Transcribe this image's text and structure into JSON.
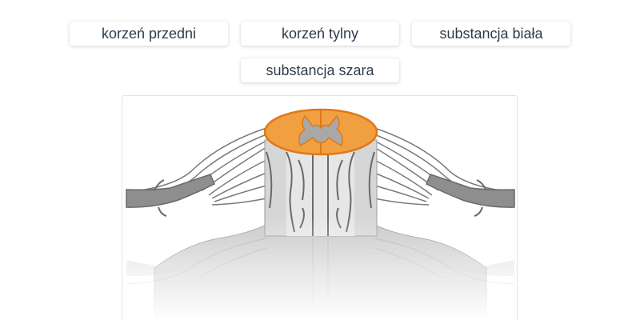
{
  "labels": [
    {
      "id": "btn1",
      "text": "korzeń przedni"
    },
    {
      "id": "btn2",
      "text": "korzeń tylny"
    },
    {
      "id": "btn3",
      "text": "substancja biała"
    },
    {
      "id": "btn4",
      "text": "substancja szara"
    }
  ],
  "colors": {
    "white_matter_fill": "#f0a040",
    "white_matter_stroke": "#e07818",
    "grey_matter_fill": "#a8a8a8",
    "nerve_fill": "#8e8e8e",
    "nerve_stroke": "#6a6a6a"
  }
}
